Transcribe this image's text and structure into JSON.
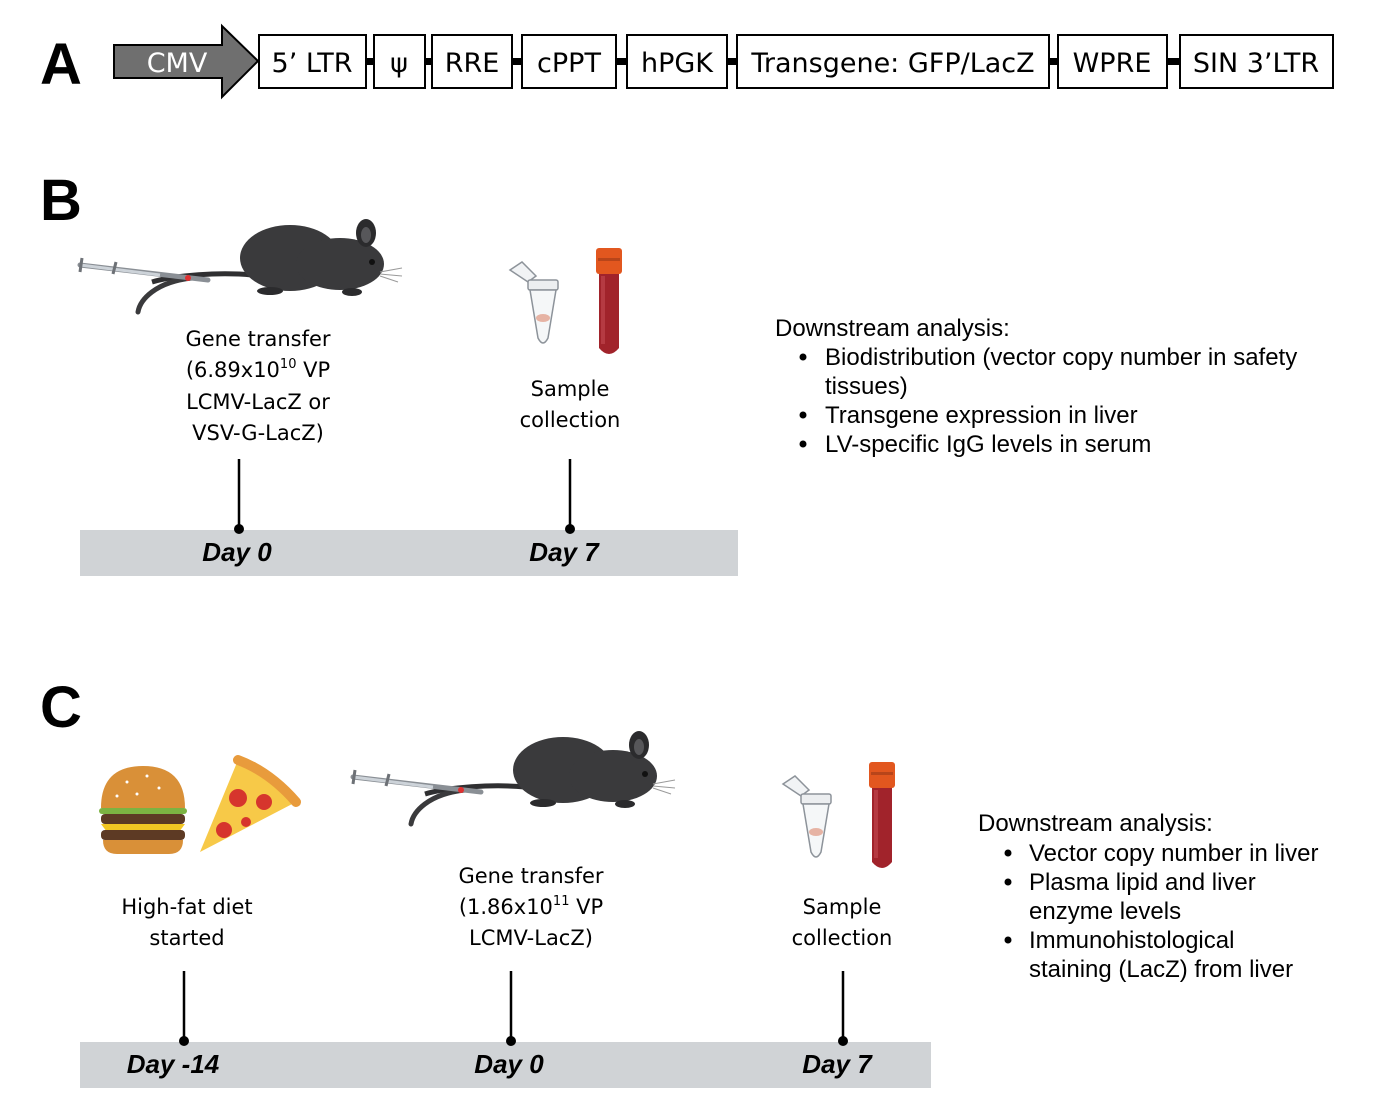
{
  "panels": {
    "a": {
      "letter": "A"
    },
    "b": {
      "letter": "B"
    },
    "c": {
      "letter": "C"
    }
  },
  "cassette": {
    "promoter": "CMV",
    "elements": [
      "5’ LTR",
      "ψ",
      "RRE",
      "cPPT",
      "hPGK",
      "Transgene: GFP/LacZ",
      "WPRE",
      "SIN 3’LTR"
    ]
  },
  "timeline_b": {
    "events": [
      {
        "lines": [
          "Gene transfer",
          "VP",
          "LCMV-LacZ or",
          "VSV-G-LacZ)"
        ],
        "dose_base": "(6.89x10",
        "dose_exp": "10",
        "day": "Day 0"
      },
      {
        "lines": [
          "Sample",
          "collection"
        ],
        "day": "Day 7"
      }
    ],
    "analysis_title": "Downstream analysis:",
    "analysis_items": [
      [
        "Biodistribution (vector copy number in safety",
        "tissues)"
      ],
      [
        "Transgene expression in liver"
      ],
      [
        "LV-specific IgG levels in serum"
      ]
    ]
  },
  "timeline_c": {
    "events": [
      {
        "lines": [
          "High-fat diet",
          "started"
        ],
        "day": "Day -14"
      },
      {
        "lines": [
          "Gene transfer",
          "VP",
          "LCMV-LacZ)"
        ],
        "dose_base": "(1.86x10",
        "dose_exp": "11",
        "day": "Day 0"
      },
      {
        "lines": [
          "Sample",
          "collection"
        ],
        "day": "Day 7"
      }
    ],
    "analysis_title": "Downstream analysis:",
    "analysis_items": [
      [
        "Vector copy number in liver"
      ],
      [
        "Plasma lipid and liver",
        "enzyme levels"
      ],
      [
        "Immunohistological",
        "staining (LacZ) from liver"
      ]
    ]
  },
  "colors": {
    "timeline_bar": "#d0d3d6",
    "cmv_arrow": "#6f6f6f",
    "mouse": "#3a3a3c",
    "blood": "#a1232b",
    "tube_cap": "#e2571f",
    "bun": "#d99038",
    "pizza_crust": "#f0b14a",
    "pepperoni": "#d6352d"
  }
}
